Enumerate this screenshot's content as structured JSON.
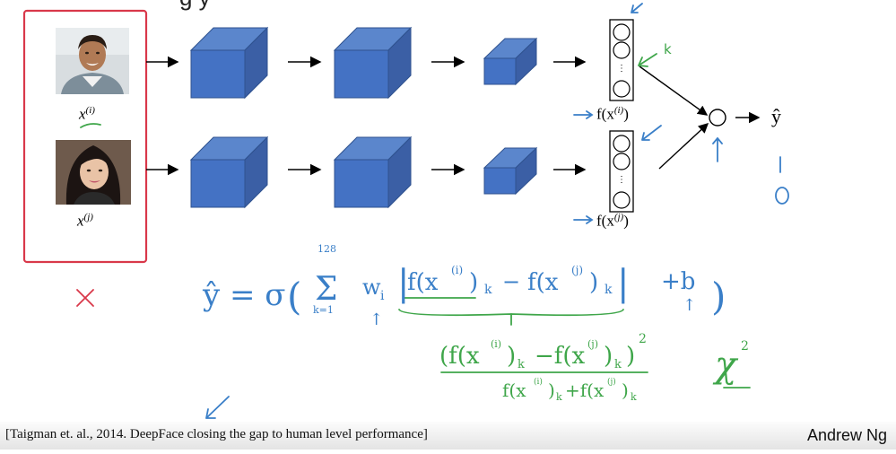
{
  "slide": {
    "title_fragment": "g y",
    "colors": {
      "box_blue": "#4472c4",
      "box_edge": "#2f528f",
      "ink_blue": "#3a7fc8",
      "ink_green": "#3fa64a",
      "ink_red": "#d9384a"
    }
  },
  "inputs": [
    {
      "name": "x",
      "superscript": "(i)",
      "image": "face-man"
    },
    {
      "name": "x",
      "superscript": "(j)",
      "image": "face-woman"
    }
  ],
  "encodings": [
    {
      "func": "f(x",
      "superscript": "(i)",
      "close": ")"
    },
    {
      "func": "f(x",
      "superscript": "(j)",
      "close": ")"
    }
  ],
  "output": {
    "symbol": "ŷ"
  },
  "annotations": {
    "k_label": "k",
    "label_one": "1",
    "label_zero": "0",
    "red_x": "×",
    "formula_yhat": "ŷ = σ",
    "sum_top": "128",
    "sum_sigma": "Σ",
    "sum_bottom": "k=1",
    "weight": "w",
    "weight_sub": "i",
    "abs_term_left": "f(x",
    "abs_term_left_sup": "(i)",
    "abs_term_left_sub": "k",
    "abs_minus": "−",
    "abs_term_right": "f(x",
    "abs_term_right_sup": "(j)",
    "abs_term_right_sub": "k",
    "bias": "+b",
    "chi_num_a": "(f(x",
    "chi_num_a_sup": "(i)",
    "chi_num_a_sub": "k",
    "chi_num_minus": "−f(x",
    "chi_num_b_sup": "(j)",
    "chi_num_b_sub": "k",
    "chi_num_pow": "2",
    "chi_den": "f(x",
    "chi_den_a_sup": "(i)",
    "chi_den_a_sub": "k",
    "chi_den_plus": "+f(x",
    "chi_den_b_sup": "(j)",
    "chi_den_b_sub": "k",
    "chi_symbol": "χ",
    "chi_pow": "2"
  },
  "footer": {
    "citation": "[Taigman et. al., 2014. DeepFace closing the gap to human level performance]",
    "author": "Andrew Ng"
  }
}
